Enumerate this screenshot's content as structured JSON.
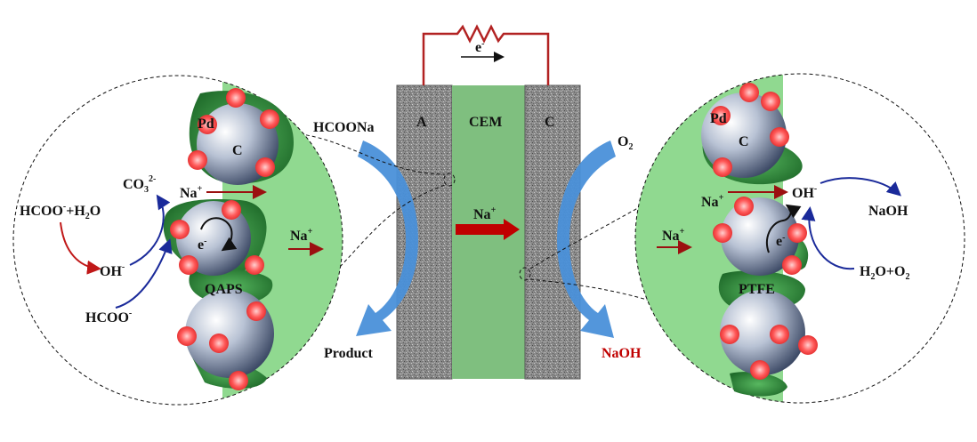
{
  "labels": {
    "load_electron": "e",
    "anode_letter": "A",
    "cem": "CEM",
    "cathode_letter": "C",
    "hcoona": "HCOONa",
    "product": "Product",
    "o2": "O",
    "o2_sub": "2",
    "naoh_center": "NaOH",
    "na_center": "Na",
    "left": {
      "pd": "Pd",
      "c": "C",
      "co3": "CO",
      "co3_sub": "3",
      "co3_sup": "2-",
      "na_top": "Na",
      "na_right": "Na",
      "hcoo_h2o_a": "HCOO",
      "hcoo_h2o_b": "+H",
      "hcoo_h2o_sub": "2",
      "hcoo_h2o_c": "O",
      "oh": "OH",
      "hcoo": "HCOO",
      "e": "e",
      "qaps": "QAPS"
    },
    "right": {
      "pd": "Pd",
      "c": "C",
      "na_left": "Na",
      "na_top": "Na",
      "oh": "OH",
      "naoh": "NaOH",
      "h2o_o2_a": "H",
      "h2o_o2_sub1": "2",
      "h2o_o2_b": "O+O",
      "h2o_o2_sub2": "2",
      "e": "e",
      "ptfe": "PTFE"
    },
    "sup_plus": "+",
    "sup_minus": "-"
  },
  "colors": {
    "cem": "#7fbf7f",
    "electrode": "#8c8c8c",
    "wire": "#b22222",
    "arrow_blue": "#4a90d9",
    "arrow_red": "#c00000",
    "bubble": "#90d990",
    "ionomer": "#2e8b3a",
    "pd_particle": "#ff4d4d",
    "carbon": "#6f7f9a"
  }
}
